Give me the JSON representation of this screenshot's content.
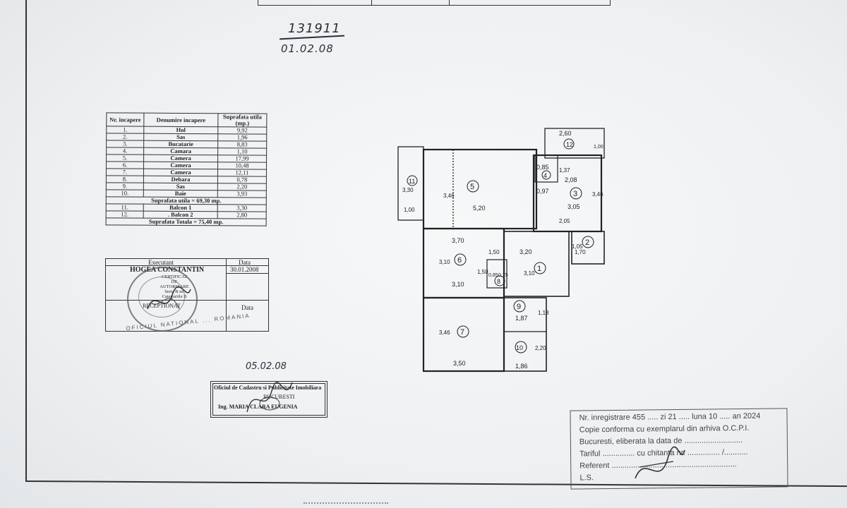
{
  "header": {
    "handwritten_number": "131911",
    "handwritten_date": "01.02.08",
    "date_near_stamp": "05.02.08"
  },
  "room_table": {
    "col_nr": "Nr. incapere",
    "col_name": "Denumire incapere",
    "col_area": "Suprafata utila (mp.)",
    "rooms": [
      {
        "nr": "1.",
        "name": "Hol",
        "area": "9,92"
      },
      {
        "nr": "2.",
        "name": "Sas",
        "area": "1,96"
      },
      {
        "nr": "3.",
        "name": "Bucatarie",
        "area": "8,83"
      },
      {
        "nr": "4.",
        "name": "Camara",
        "area": "1,10"
      },
      {
        "nr": "5.",
        "name": "Camera",
        "area": "17,99"
      },
      {
        "nr": "6.",
        "name": "Camera",
        "area": "10,48"
      },
      {
        "nr": "7.",
        "name": "Camera",
        "area": "12,11"
      },
      {
        "nr": "8.",
        "name": "Debara",
        "area": "0,78"
      },
      {
        "nr": "9.",
        "name": "Sas",
        "area": "2,20"
      },
      {
        "nr": "10.",
        "name": "Baie",
        "area": "3,93"
      }
    ],
    "useful_total": "Suprafata utila = 69,30 mp.",
    "balconies": [
      {
        "nr": "11.",
        "name": "Balcon 1",
        "area": "3,30"
      },
      {
        "nr": "12.",
        "name": ". Balcon 2",
        "area": "2,80"
      }
    ],
    "grand_total": "Suprafata Totala = 75,40 mp."
  },
  "certification": {
    "executant_label": "Executant",
    "executant_name": "HOGEA CONSTANTIN",
    "date_label": "Data",
    "date_value": "30.01.2008",
    "cert_lines": [
      "CERTIFICAT",
      "DE",
      "AUTORIZARE",
      "Seria B nr.",
      "Categoriile B"
    ],
    "signature_word": "RECEPTIONAT",
    "date_label_2": "Data",
    "stamp_text": "OFICIUL NATIONAL ... ROMANIA"
  },
  "ocpi_stamp": {
    "line1": "Oficiul de Cadastru si Publicitate Imobiliara",
    "line2": "BUCURESTI",
    "line3": "Ing. MARIA CLARA EUGENIA"
  },
  "registration": {
    "lines": [
      "Nr. inregistrare 455 ..... zi 21 ..... luna 10 ..... an 2024",
      "Copie conforma cu exemplarul din arhiva O.C.P.I.",
      "Bucuresti, eliberata la data de ...........................",
      "Tariful ............... cu chitanta nr. ............... /...........",
      "Referent ..........................................................",
      "L.S."
    ]
  },
  "floor_plan": {
    "room_numbers": [
      "1",
      "2",
      "3",
      "4",
      "5",
      "6",
      "7",
      "8",
      "9",
      "10",
      "11",
      "12"
    ],
    "dimensions": [
      "2,60",
      "1,00",
      "0,85",
      "1,37",
      "2,08",
      "3,46",
      "0,97",
      "3,05",
      "2,05",
      "3,46",
      "5,20",
      "3,30",
      "1,00",
      "3,70",
      "1,50",
      "3,10",
      "3,20",
      "3,10",
      "1,05",
      "1,70",
      "1,50",
      "0,85",
      "0,75",
      "3,10",
      "1,87",
      "1,18",
      "3,46",
      "2,20",
      "3,50",
      "1,86"
    ]
  }
}
